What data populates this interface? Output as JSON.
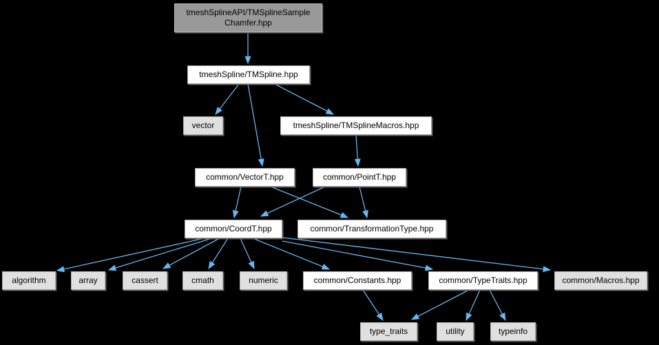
{
  "diagram": {
    "type": "include-dependency-graph",
    "colors": {
      "background": "#000000",
      "edge": "#63b8f0",
      "node_fill_white": "#ffffff",
      "node_fill_gray": "#e0e0e0",
      "root_fill": "#999999",
      "text": "#000000"
    },
    "nodes": [
      {
        "id": "chamfer",
        "label": "tmeshSplineAPI/TMSplineSample Chamfer.hpp",
        "variant": "root"
      },
      {
        "id": "tmspline",
        "label": "tmeshSpline/TMSpline.hpp",
        "variant": "white"
      },
      {
        "id": "vector",
        "label": "vector",
        "variant": "gray"
      },
      {
        "id": "tmsplinemacros",
        "label": "tmeshSpline/TMSplineMacros.hpp",
        "variant": "white"
      },
      {
        "id": "vectort",
        "label": "common/VectorT.hpp",
        "variant": "white"
      },
      {
        "id": "pointt",
        "label": "common/PointT.hpp",
        "variant": "white"
      },
      {
        "id": "coordt",
        "label": "common/CoordT.hpp",
        "variant": "white"
      },
      {
        "id": "transformationtype",
        "label": "common/TransformationType.hpp",
        "variant": "white"
      },
      {
        "id": "algorithm",
        "label": "algorithm",
        "variant": "gray"
      },
      {
        "id": "array",
        "label": "array",
        "variant": "gray"
      },
      {
        "id": "cassert",
        "label": "cassert",
        "variant": "gray"
      },
      {
        "id": "cmath",
        "label": "cmath",
        "variant": "gray"
      },
      {
        "id": "numeric",
        "label": "numeric",
        "variant": "gray"
      },
      {
        "id": "constants",
        "label": "common/Constants.hpp",
        "variant": "white"
      },
      {
        "id": "typetraits",
        "label": "common/TypeTraits.hpp",
        "variant": "white"
      },
      {
        "id": "macros",
        "label": "common/Macros.hpp",
        "variant": "gray"
      },
      {
        "id": "type_traits",
        "label": "type_traits",
        "variant": "gray"
      },
      {
        "id": "utility",
        "label": "utility",
        "variant": "gray"
      },
      {
        "id": "typeinfo",
        "label": "typeinfo",
        "variant": "gray"
      }
    ],
    "edges": [
      {
        "from": "chamfer",
        "to": "tmspline"
      },
      {
        "from": "tmspline",
        "to": "vector"
      },
      {
        "from": "tmspline",
        "to": "vectort"
      },
      {
        "from": "tmspline",
        "to": "tmsplinemacros"
      },
      {
        "from": "tmsplinemacros",
        "to": "pointt"
      },
      {
        "from": "vectort",
        "to": "coordt"
      },
      {
        "from": "vectort",
        "to": "transformationtype"
      },
      {
        "from": "pointt",
        "to": "coordt"
      },
      {
        "from": "pointt",
        "to": "transformationtype"
      },
      {
        "from": "coordt",
        "to": "algorithm"
      },
      {
        "from": "coordt",
        "to": "array"
      },
      {
        "from": "coordt",
        "to": "cassert"
      },
      {
        "from": "coordt",
        "to": "cmath"
      },
      {
        "from": "coordt",
        "to": "numeric"
      },
      {
        "from": "coordt",
        "to": "constants"
      },
      {
        "from": "coordt",
        "to": "typetraits"
      },
      {
        "from": "coordt",
        "to": "macros"
      },
      {
        "from": "constants",
        "to": "type_traits"
      },
      {
        "from": "typetraits",
        "to": "type_traits"
      },
      {
        "from": "typetraits",
        "to": "utility"
      },
      {
        "from": "typetraits",
        "to": "typeinfo"
      }
    ]
  }
}
